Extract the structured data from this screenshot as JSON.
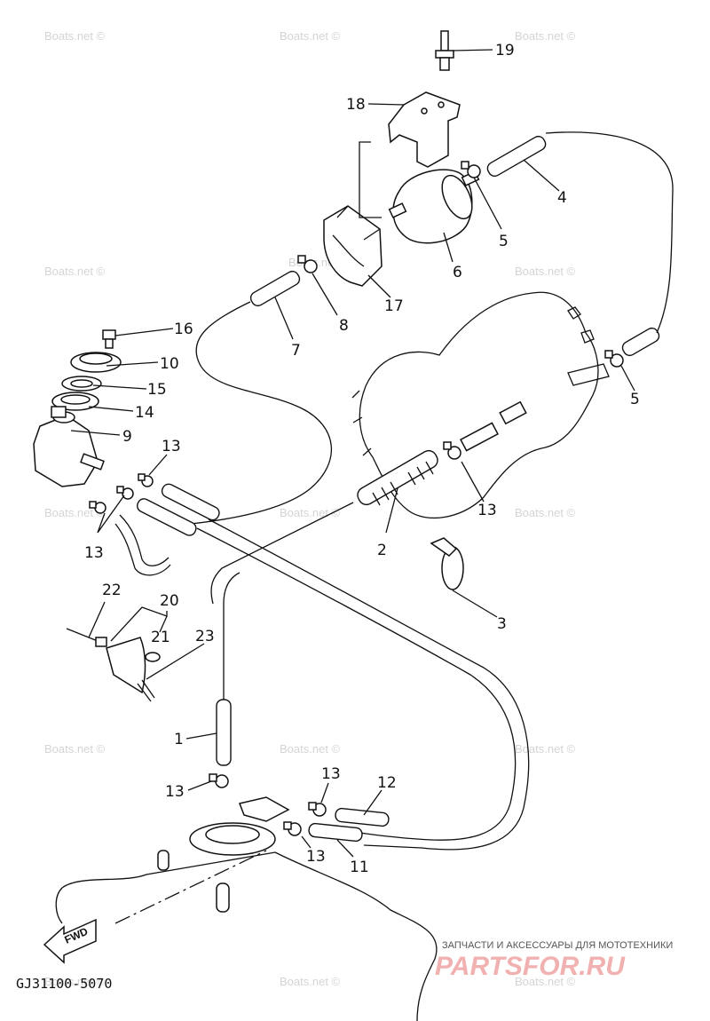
{
  "watermark": "Boats.net ©",
  "callouts": {
    "p1": "1",
    "p2": "2",
    "p3": "3",
    "p4": "4",
    "p5a": "5",
    "p5b": "5",
    "p6": "6",
    "p7": "7",
    "p8": "8",
    "p9": "9",
    "p10": "10",
    "p11": "11",
    "p12": "12",
    "p13a": "13",
    "p13b": "13",
    "p13c": "13",
    "p13d": "13",
    "p13e": "13",
    "p13f": "13",
    "p14": "14",
    "p15": "15",
    "p16": "16",
    "p17": "17",
    "p18": "18",
    "p19": "19",
    "p20": "20",
    "p21": "21",
    "p22": "22",
    "p23": "23"
  },
  "fwd_label": "FWD",
  "diagram_code": "GJ31100-5070",
  "partsfor": {
    "tagline": "ЗАПЧАСТИ И АКСЕССУАРЫ ДЛЯ МОТОТЕХНИКИ",
    "logo": "PARTSFOR.RU"
  }
}
